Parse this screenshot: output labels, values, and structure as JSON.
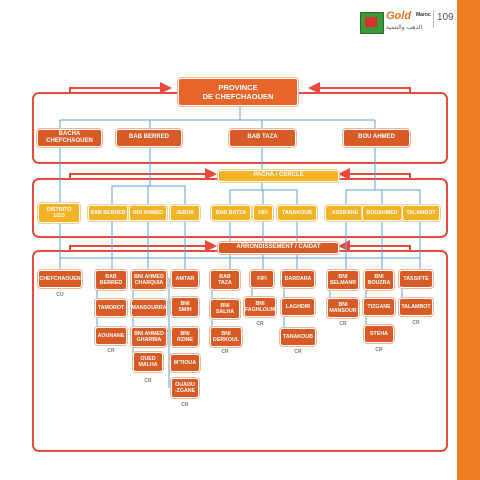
{
  "header": {
    "brand_name": "Gold",
    "brand_sub": "Maroc",
    "brand_arabic": "الذهب والتنمية",
    "page_number": "109"
  },
  "diagram": {
    "province": "PROVINCE\nDE CHEFCHAOUEN",
    "level1": [
      "BACHA\nCHEFCHAOUEN",
      "BAB BERRED",
      "BAB TAZA",
      "BOU AHMED"
    ],
    "pacha_label": "PACHA / CERCLE",
    "level2": [
      "DISTRITO\n1/2/3",
      "BAB BERRED",
      "BNI AHMED",
      "JEBHA",
      "BAB BATZA",
      "FIFI",
      "TANAKOUB",
      "ASSIFANE",
      "BOUAHMED",
      "TALAMBOT"
    ],
    "arrond_label": "ARRONDISSEMENT / CAIDAT",
    "communes": [
      "CHEFCHAOUEN",
      "BAB\nBERRED",
      "TAMOROT",
      "AOUNANE",
      "BNI AHMED\nCHARQUIA",
      "MANSOURRA",
      "BNI AHMED\nGHARBIA",
      "OUED\nMALHA",
      "AMTAR",
      "BNI\nSMIH",
      "BNI\nRZINE",
      "M'TIOUA",
      "OUAOU\n-ZGANE",
      "BAB\nTAZA",
      "BNI\nSALHA",
      "BNI\nDERKOUL",
      "FIFI",
      "BNI\nFAGHLOUM",
      "DARDARA",
      "LAGHDIR",
      "TANAKOUB",
      "BNI\nSELMANR",
      "BNI\nMANSOUR",
      "BNI\nBOUZRA",
      "TIZGANE",
      "STEHA",
      "TASSIFTE",
      "TALAMBOT"
    ],
    "badges": {
      "cu": "CU",
      "cr": "CR"
    }
  }
}
